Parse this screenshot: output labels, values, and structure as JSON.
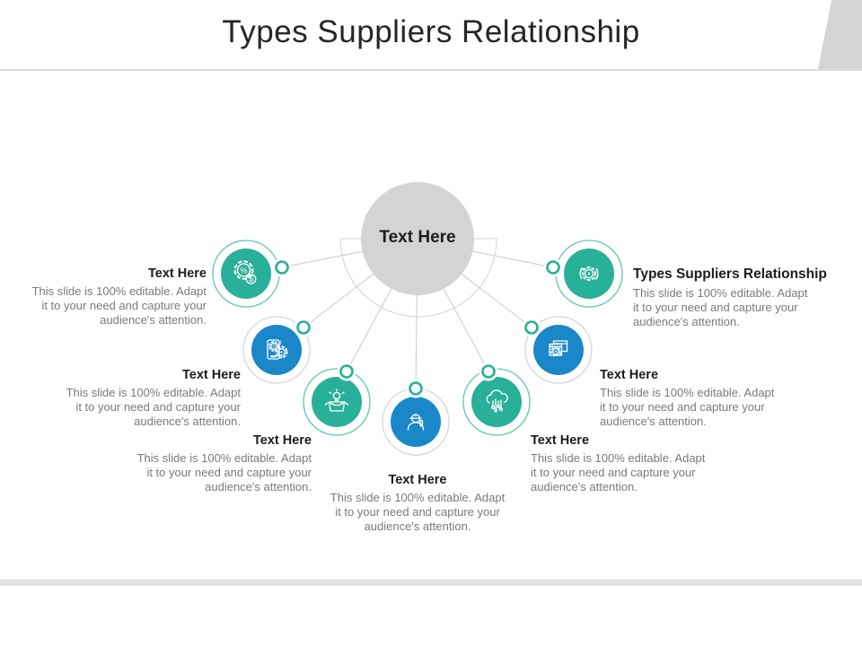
{
  "slide": {
    "title": "Types Suppliers Relationship",
    "hub": {
      "label": "Text Here"
    },
    "description": "This slide is 100% editable. Adapt it to your need and capture your audience's attention.",
    "colors": {
      "teal": "#29b098",
      "blue": "#1a87c9",
      "hub_gray": "#d4d4d4",
      "connector_gray": "#c9c9c9",
      "ring_gray": "#d6d6d6",
      "heading_text": "#1c1c1c",
      "body_text": "#7a7a7a"
    },
    "icon_glyphs": {
      "percent": "%",
      "dollar": "$"
    },
    "nodes": [
      {
        "heading": "Text Here",
        "icon": "gear-finance-icon",
        "color": "teal"
      },
      {
        "heading": "Text Here",
        "icon": "mobile-gears-icon",
        "color": "blue"
      },
      {
        "heading": "Text Here",
        "icon": "idea-box-icon",
        "color": "teal"
      },
      {
        "heading": "Text Here",
        "icon": "construction-worker-icon",
        "color": "blue"
      },
      {
        "heading": "Text Here",
        "icon": "cloud-network-icon",
        "color": "teal"
      },
      {
        "heading": "Text Here",
        "icon": "browser-gear-icon",
        "color": "blue"
      },
      {
        "heading": "Types Suppliers Relationship",
        "icon": "sync-gear-icon",
        "color": "teal"
      }
    ]
  }
}
